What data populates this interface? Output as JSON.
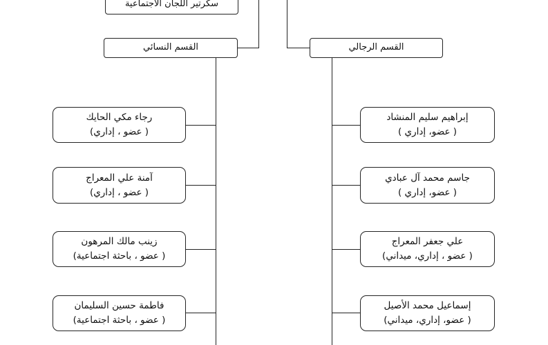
{
  "secretary": {
    "label": "سكرتير اللجان الاجتماعية"
  },
  "women_section": {
    "label": "القسم النسائي",
    "members": [
      {
        "name": "رجاء مكي الحايك",
        "role": "( عضو ، إداري)"
      },
      {
        "name": "آمنة علي المعراج",
        "role": "( عضو ، إداري)"
      },
      {
        "name": "زينب مالك المرهون",
        "role": "( عضو ، باحثة اجتماعية)"
      },
      {
        "name": "فاطمة حسين السليمان",
        "role": "( عضو ، باحثة اجتماعية)"
      }
    ]
  },
  "men_section": {
    "label": "القسم الرجالي",
    "members": [
      {
        "name": "إبراهيم سليم المنشاد",
        "role": "( عضو، إداري )"
      },
      {
        "name": "جاسم محمد آل عبادي",
        "role": "( عضو، إداري )"
      },
      {
        "name": "علي جعفر المعراج",
        "role": "( عضو ، إداري، ميداني)"
      },
      {
        "name": "إسماعيل محمد الأصيل",
        "role": "( عضو، إداري، ميداني)"
      }
    ]
  }
}
